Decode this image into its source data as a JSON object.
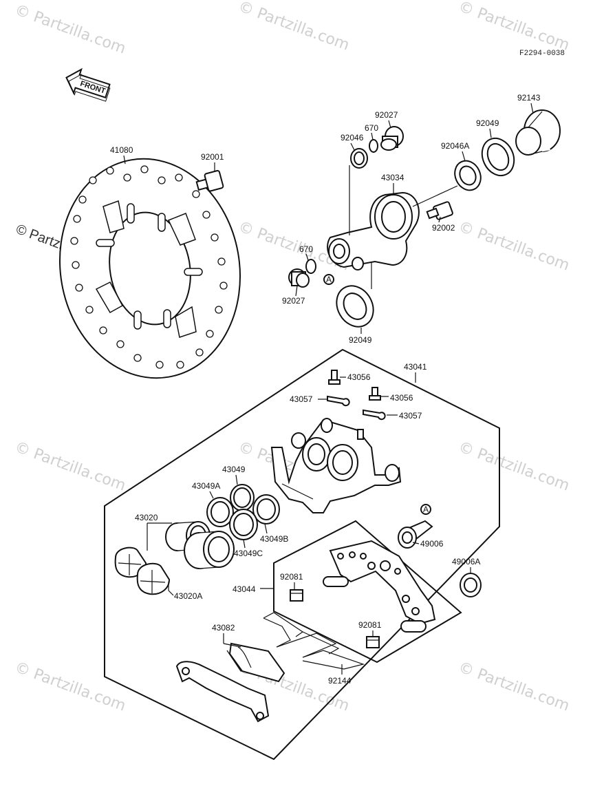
{
  "diagram_code": "F2294-0038",
  "front_label": "FRONT",
  "watermark_text": "© Partzilla.com",
  "side_watermark": "© Partzilla.com",
  "labels": {
    "p41080": "41080",
    "p92001": "92001",
    "p92027a": "92027",
    "p670a": "670",
    "p92046": "92046",
    "p92143": "92143",
    "p92049a": "92049",
    "p92046A": "92046A",
    "p43034": "43034",
    "p92002": "92002",
    "p670b": "670",
    "p92027b": "92027",
    "p92049b": "92049",
    "markA1": "A",
    "p43041": "43041",
    "p43056a": "43056",
    "p43057a": "43057",
    "p43056b": "43056",
    "p43057b": "43057",
    "p43049": "43049",
    "p43049A": "43049A",
    "p43020": "43020",
    "p43049B": "43049B",
    "p43049C": "43049C",
    "p43020A": "43020A",
    "markA2": "A",
    "p49006": "49006",
    "p49006A": "49006A",
    "p92081a": "92081",
    "p43044": "43044",
    "p92081b": "92081",
    "p43082": "43082",
    "p92144": "92144"
  }
}
